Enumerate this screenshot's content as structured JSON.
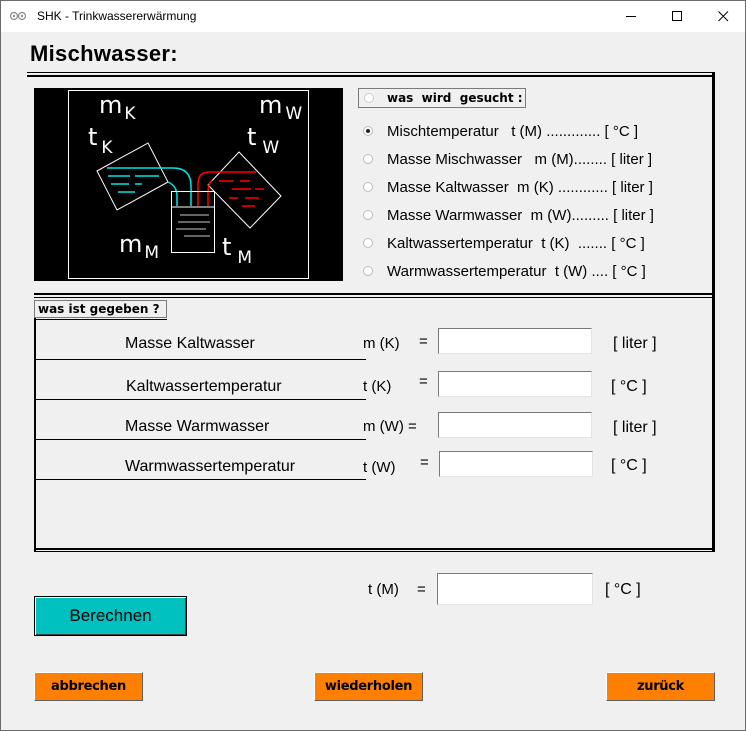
{
  "window": {
    "title": "SHK - Trinkwassererwärmung",
    "controls": {
      "minimize": "minimize",
      "maximize": "maximize",
      "close": "close"
    }
  },
  "page": {
    "heading": "Mischwasser:"
  },
  "diagram": {
    "labels": {
      "mK": {
        "main": "m",
        "sub": "K"
      },
      "tK": {
        "main": "t",
        "sub": "K"
      },
      "mW": {
        "main": "m",
        "sub": "W"
      },
      "tW": {
        "main": "t",
        "sub": "W"
      },
      "mM": {
        "main": "m",
        "sub": "M"
      },
      "tM": {
        "main": "t",
        "sub": "M"
      }
    },
    "colors": {
      "cold": "#00e5e5",
      "warm": "#ff0000",
      "mixed": "#a0a0a0",
      "outline": "#ffffff",
      "background": "#000000"
    }
  },
  "sought": {
    "group_label": "was  wird  gesucht :",
    "options": [
      {
        "label": "Mischtemperatur   t (M) ............. [ °C ]",
        "checked": true
      },
      {
        "label": "Masse Mischwasser   m (M)........ [ liter ]",
        "checked": false
      },
      {
        "label": "Masse Kaltwasser  m (K) ............ [ liter ]",
        "checked": false
      },
      {
        "label": "Masse Warmwasser  m (W)......... [ liter ]",
        "checked": false
      },
      {
        "label": "Kaltwassertemperatur  t (K)  ....... [ °C ]",
        "checked": false
      },
      {
        "label": "Warmwassertemperatur  t (W) .... [ °C ]",
        "checked": false
      }
    ]
  },
  "given": {
    "group_label": "was ist gegeben ?",
    "rows": [
      {
        "label": "Masse Kaltwasser",
        "symbol": "m (K)",
        "eq": "=",
        "value": "",
        "unit": "[ liter ]"
      },
      {
        "label": "Kaltwassertemperatur",
        "symbol": "t (K)",
        "eq": "=",
        "value": "",
        "unit": "[ °C ]"
      },
      {
        "label": "Masse Warmwasser",
        "symbol": "m (W) =",
        "eq": "",
        "value": "",
        "unit": "[ liter ]"
      },
      {
        "label": "Warmwassertemperatur",
        "symbol": "t (W)",
        "eq": "=",
        "value": "",
        "unit": "[ °C ]"
      }
    ]
  },
  "result": {
    "symbol": "t (M)",
    "eq": "=",
    "value": "",
    "unit": "[ °C ]"
  },
  "buttons": {
    "calculate": "Berechnen",
    "cancel": "abbrechen",
    "repeat": "wiederholen",
    "back": "zurück",
    "calculate_color": "#00c0c0",
    "action_color": "#ff8000"
  }
}
